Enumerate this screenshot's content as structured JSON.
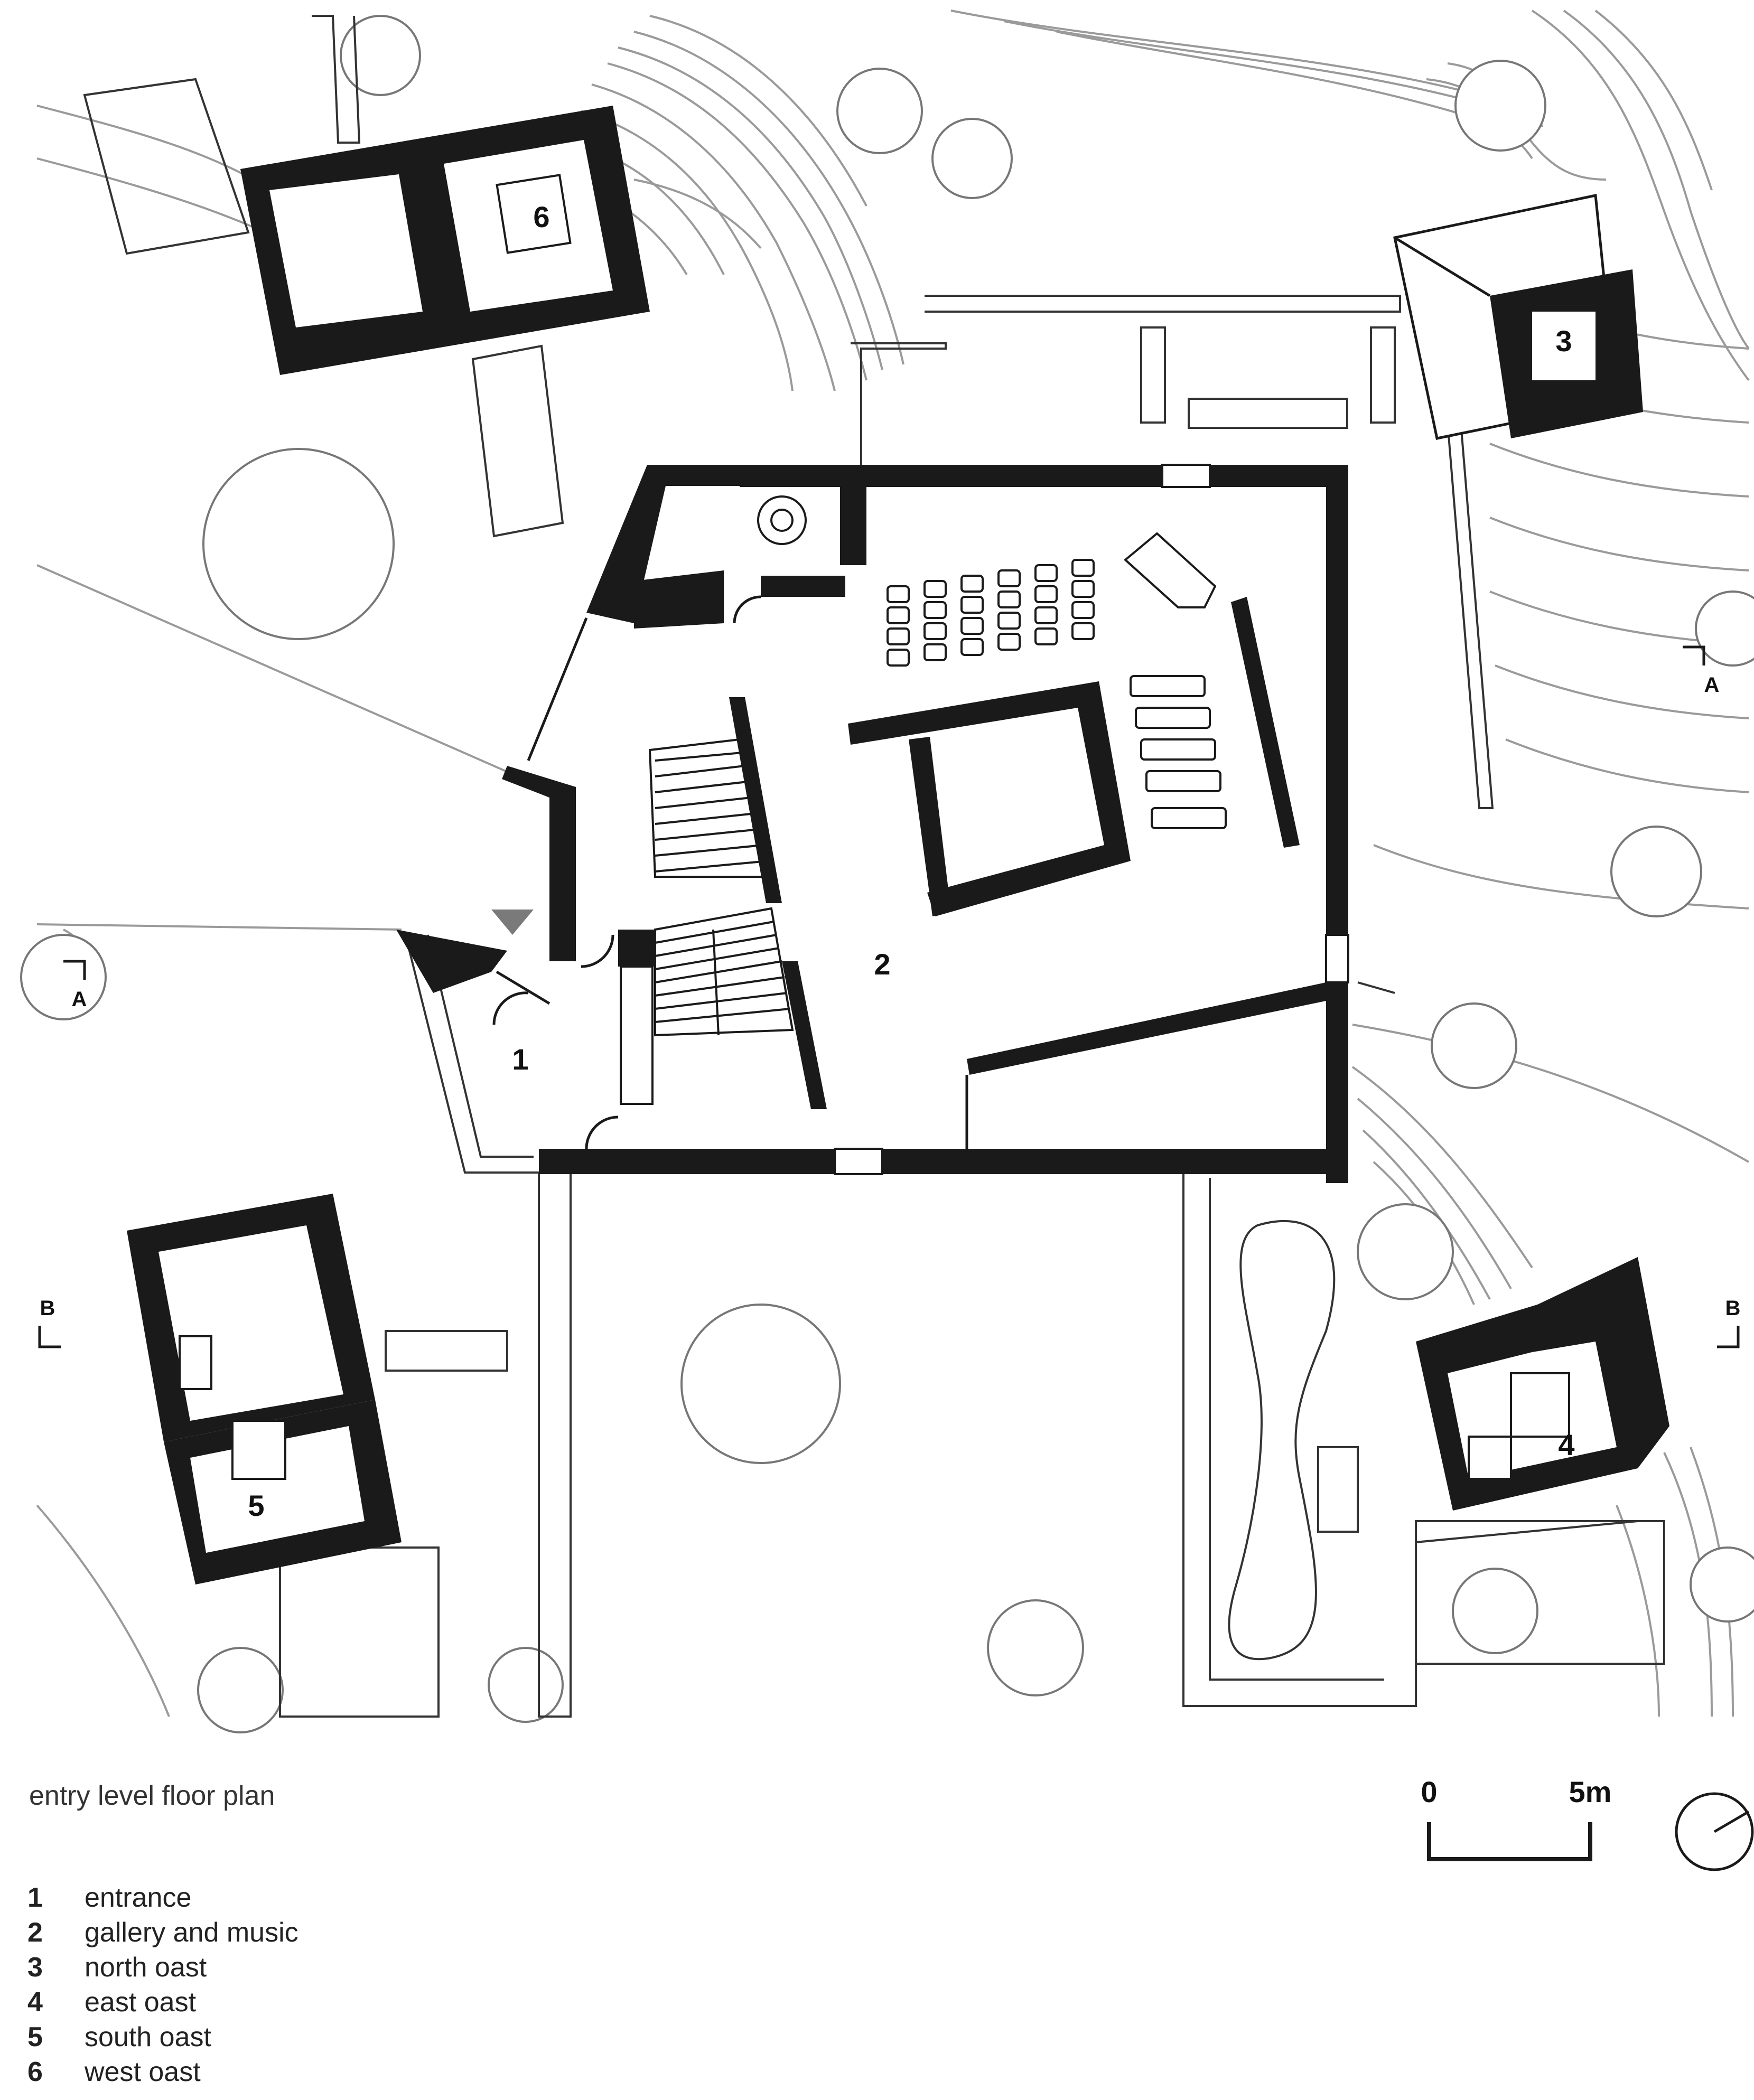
{
  "caption": "entry level floor plan",
  "legend": [
    {
      "num": "1",
      "label": "entrance"
    },
    {
      "num": "2",
      "label": "gallery and music"
    },
    {
      "num": "3",
      "label": "north oast"
    },
    {
      "num": "4",
      "label": "east oast"
    },
    {
      "num": "5",
      "label": "south oast"
    },
    {
      "num": "6",
      "label": "west oast"
    }
  ],
  "rooms": {
    "r1": "1",
    "r2": "2",
    "r3": "3",
    "r4": "4",
    "r5": "5",
    "r6": "6"
  },
  "scale": {
    "start": "0",
    "end": "5m"
  },
  "sections": {
    "a": "A",
    "b": "B"
  },
  "colors": {
    "wall": "#1a1a1a",
    "contour": "#9a9a9a",
    "arrow": "#7a7a7a"
  }
}
